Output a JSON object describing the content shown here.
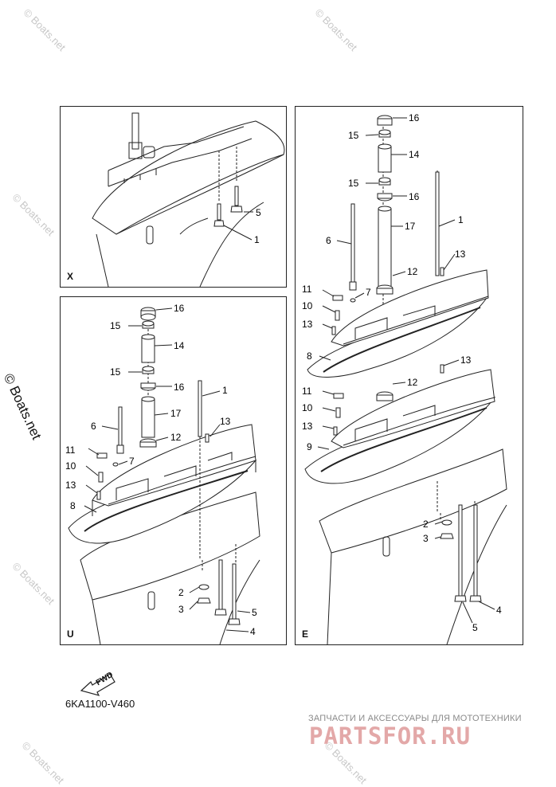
{
  "panels": {
    "x": {
      "letter": "X",
      "callouts": [
        "5",
        "1"
      ]
    },
    "u": {
      "letter": "U",
      "callouts": [
        "16",
        "15",
        "14",
        "15",
        "16",
        "1",
        "17",
        "6",
        "13",
        "12",
        "11",
        "7",
        "10",
        "13",
        "8",
        "2",
        "3",
        "5",
        "4"
      ]
    },
    "e": {
      "letter": "E",
      "callouts": [
        "16",
        "15",
        "14",
        "15",
        "16",
        "1",
        "17",
        "6",
        "13",
        "12",
        "11",
        "7",
        "10",
        "13",
        "8",
        "13",
        "12",
        "11",
        "10",
        "13",
        "9",
        "2",
        "3",
        "4",
        "5"
      ]
    }
  },
  "fwd_label": "FWD",
  "ref_code": "6KA1100-V460",
  "watermark": "© Boats.net",
  "shop": {
    "subtitle": "ЗАПЧАСТИ И АКСЕССУАРЫ ДЛЯ МОТОТЕХНИКИ",
    "logo": "PARTSFOR.RU"
  },
  "colors": {
    "line": "#222222",
    "watermark": "#c8c8c8",
    "logo": "#e3a8a8"
  }
}
